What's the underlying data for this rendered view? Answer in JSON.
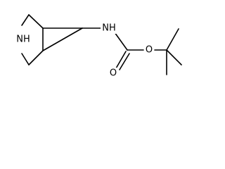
{
  "atoms": {
    "amine_nh_left": "NH",
    "carbamate_nh": "NH",
    "ester_oxygen": "O",
    "carbonyl_oxygen": "O"
  }
}
